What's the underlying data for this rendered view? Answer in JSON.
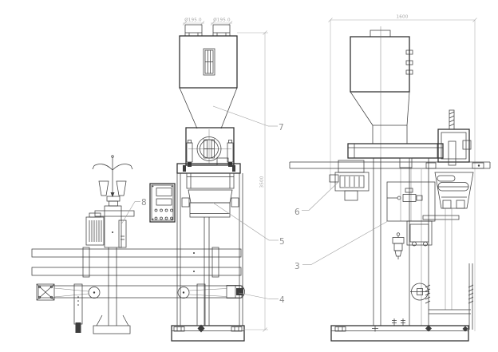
{
  "drawing": {
    "description": "Two-view engineering drawing of a bagging and weighing packer machine",
    "background_color": "#ffffff",
    "line_color": "#3d3d3d",
    "annotation_color": "#9c9c9c",
    "dimensions": {
      "inlet_left": "Ø195.0",
      "inlet_right": "Ø195.0",
      "overall_height": "3500",
      "overall_width": "1600"
    },
    "callouts": [
      {
        "id": "3",
        "label": "3",
        "target": "inner-frame-side-view"
      },
      {
        "id": "4",
        "label": "4",
        "target": "conveyor-end-roller"
      },
      {
        "id": "5",
        "label": "5",
        "target": "bag-clamp-skirt"
      },
      {
        "id": "6",
        "label": "6",
        "target": "drive-motor"
      },
      {
        "id": "7",
        "label": "7",
        "target": "feed-cone"
      },
      {
        "id": "8",
        "label": "8",
        "target": "stitcher-side-panel"
      }
    ]
  }
}
